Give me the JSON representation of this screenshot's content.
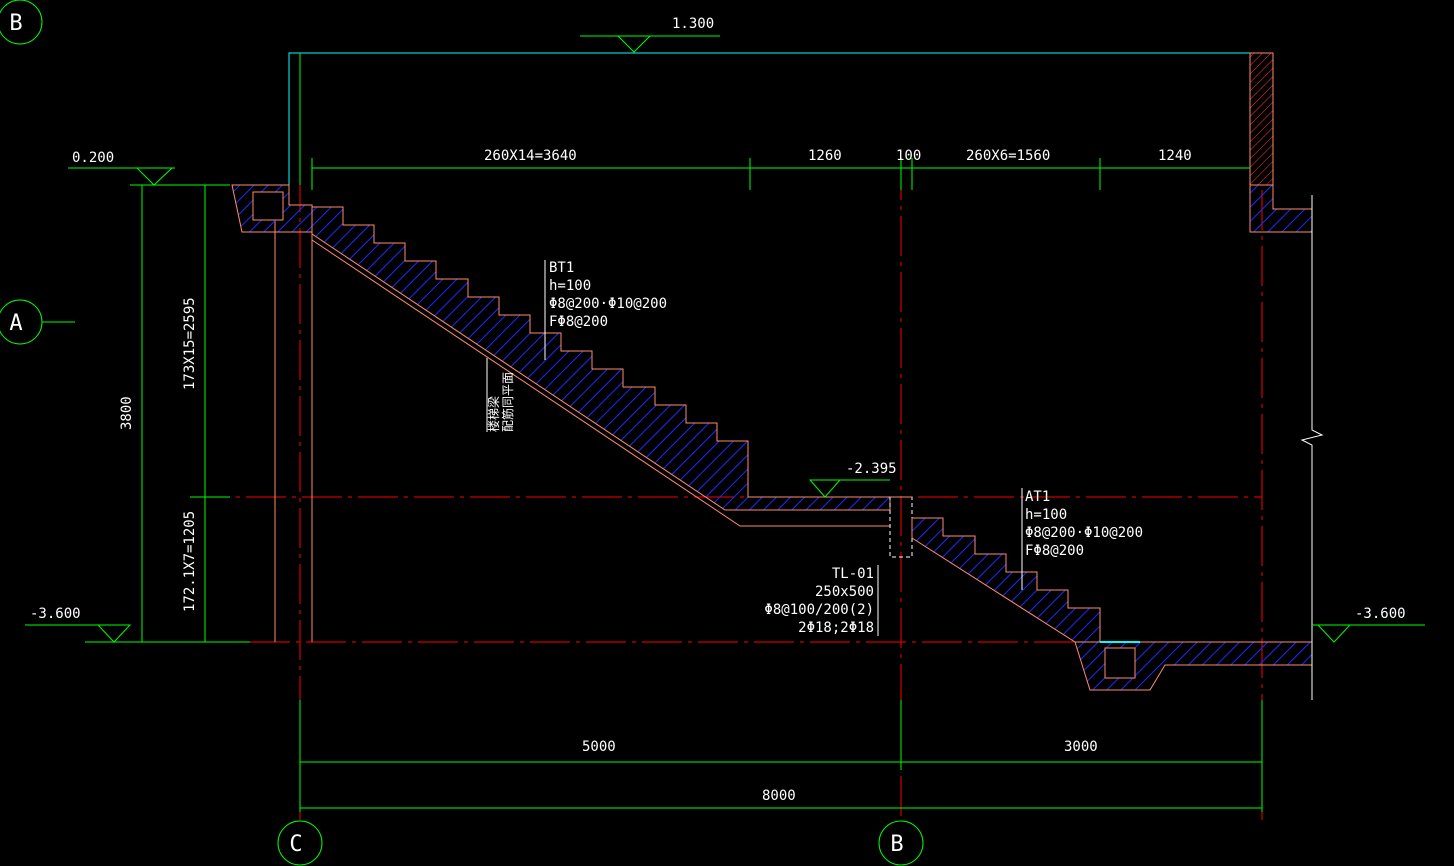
{
  "grid_labels": {
    "top_left": "B",
    "mid_left": "A",
    "bottom_c": "C",
    "bottom_b": "B"
  },
  "levels": {
    "top": "1.300",
    "upper_left": "0.200",
    "landing": "-2.395",
    "bottom_left": "-3.600",
    "bottom_right": "-3.600"
  },
  "dimensions": {
    "top_flight": "260X14=3640",
    "top_landing": "1260",
    "top_beam": "100",
    "top_flight2": "260X6=1560",
    "top_end": "1240",
    "left_total": "3800",
    "left_upper": "173X15=2595",
    "left_lower": "172.1X7=1205",
    "bottom_left": "5000",
    "bottom_right": "3000",
    "bottom_total": "8000"
  },
  "annotations": {
    "bt1": [
      "BT1",
      "h=100",
      "Φ8@200·Φ10@200",
      "FΦ8@200"
    ],
    "at1": [
      "AT1",
      "h=100",
      "Φ8@200·Φ10@200",
      "FΦ8@200"
    ],
    "tl01": [
      "TL-01",
      "250x500",
      "Φ8@100/200(2)",
      "2Φ18;2Φ18"
    ],
    "beam_note": [
      "楼梯梁",
      "配筋同平面"
    ]
  },
  "colors": {
    "background": "#000000",
    "grid_axis": "#ff0000",
    "dimension": "#00ff00",
    "structure": "#ff8c6a",
    "hatch": "#1a2cff",
    "text": "#ffffff",
    "cyan": "#00ffff"
  }
}
